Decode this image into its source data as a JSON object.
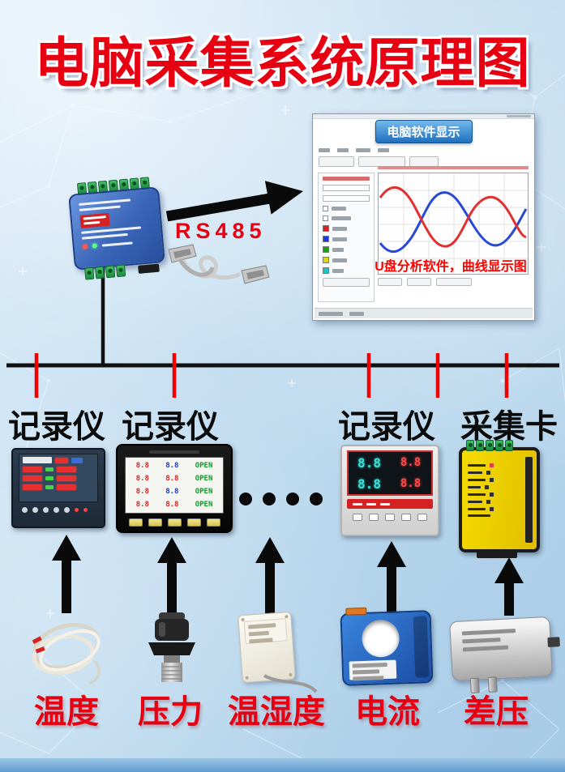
{
  "title": "电脑采集系统原理图",
  "bus": {
    "rs485_label": "RS485"
  },
  "software_window": {
    "header_badge": "电脑软件显示",
    "caption": "U盘分析软件，曲线显示图"
  },
  "devices": [
    {
      "id": "recorder-1",
      "label": "记录仪"
    },
    {
      "id": "recorder-2",
      "label": "记录仪"
    },
    {
      "id": "recorder-3",
      "label": "记录仪"
    },
    {
      "id": "daq-card",
      "label": "采集卡"
    }
  ],
  "screens": {
    "digit": "8.8",
    "open": "OPEN"
  },
  "sensors": [
    {
      "id": "temperature",
      "label": "温度"
    },
    {
      "id": "pressure",
      "label": "压力"
    },
    {
      "id": "temp-humidity",
      "label": "温湿度"
    },
    {
      "id": "current",
      "label": "电流"
    },
    {
      "id": "diff-pressure",
      "label": "差压"
    }
  ],
  "colors": {
    "title_red": "#e60012",
    "sensor_label_red": "#e60012",
    "device_label_black": "#0b0b0b",
    "bus_line_black": "#111111",
    "branch_red": "#f20000",
    "wave_red": "#e03030",
    "wave_blue": "#2848d8",
    "software_badge_blue": "#2e7cc4",
    "daq_yellow": "#f0d400",
    "current_sensor_blue": "#2468c8",
    "background_blue": "#c6def0"
  }
}
